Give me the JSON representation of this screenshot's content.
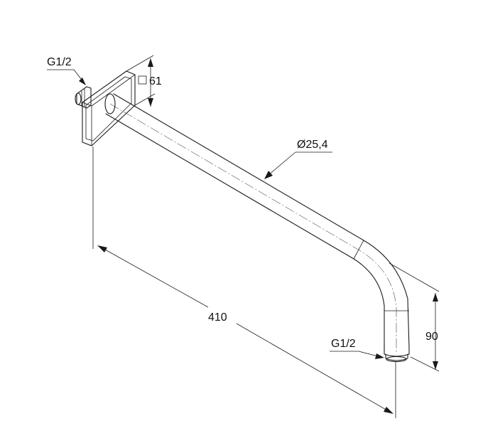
{
  "labels": {
    "inlet_thread": "G1/2",
    "flange_size": "61",
    "pipe_diameter": "Ø25,4",
    "length": "410",
    "drop_height": "90",
    "outlet_thread": "G1/2"
  }
}
